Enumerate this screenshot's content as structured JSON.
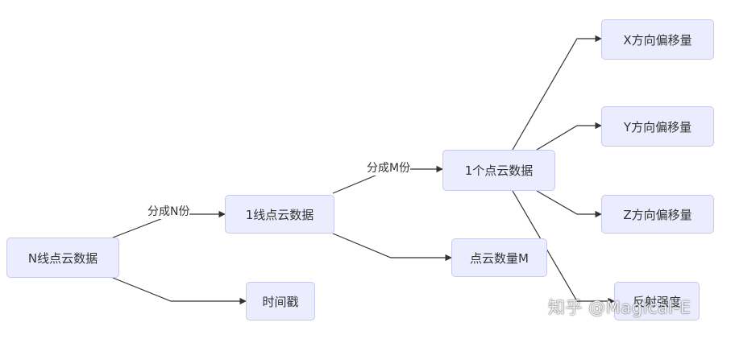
{
  "nodes": {
    "n_lines": "N线点云数据",
    "one_line": "1线点云数据",
    "timestamp": "时间戳",
    "one_point": "1个点云数据",
    "point_count": "点云数量M",
    "x_offset": "X方向偏移量",
    "y_offset": "Y方向偏移量",
    "z_offset": "Z方向偏移量",
    "reflectivity": "反射强度"
  },
  "edge_labels": {
    "split_n": "分成N份",
    "split_m": "分成M份"
  },
  "watermark": "知乎 @Magical-E",
  "colors": {
    "node_fill": "#ececff",
    "node_border": "#c9c9ee",
    "edge": "#333333"
  }
}
